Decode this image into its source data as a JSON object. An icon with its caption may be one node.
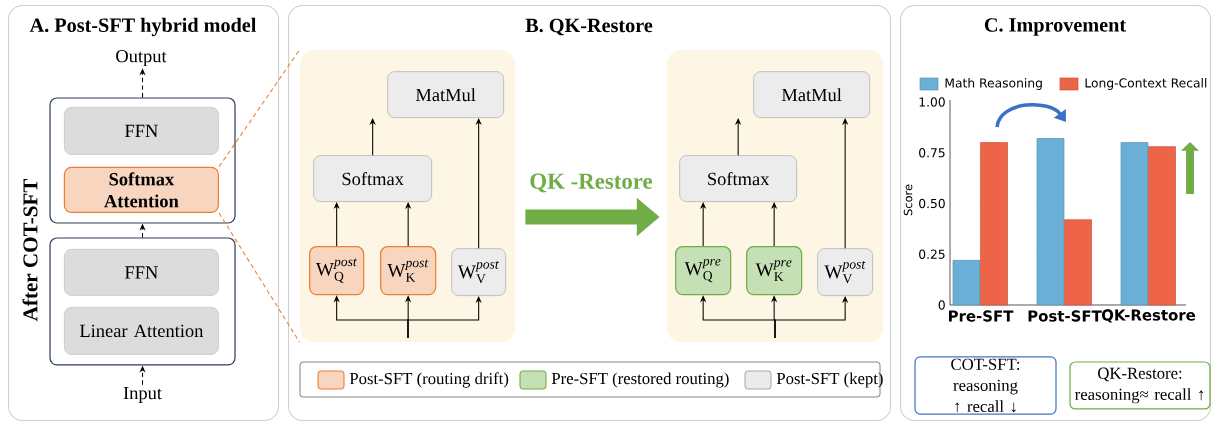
{
  "diagram": {
    "nodes": [
      {
        "text": [
          "A. Post-SFT hybrid model"
        ]
      },
      {
        "text": [
          "Output"
        ],
        "in": 0
      },
      {
        "text": [],
        "shape": "box",
        "in": 0
      },
      {
        "text": [
          "FFN"
        ],
        "in": 2
      },
      {
        "text": [
          "Softmax Attention"
        ],
        "in": 2
      },
      {
        "text": [],
        "shape": "box",
        "in": 0
      },
      {
        "text": [
          "FFN"
        ],
        "in": 5
      },
      {
        "text": [
          "Linear Attention"
        ],
        "in": 5
      },
      {
        "text": [
          "Input"
        ],
        "in": 0
      },
      {
        "text": [
          "B. QK-Restore"
        ]
      },
      {
        "text": [],
        "shape": "box",
        "in": 9
      },
      {
        "text": [
          "MatMul"
        ],
        "in": 10
      },
      {
        "text": [
          "Softmax"
        ],
        "in": 10
      },
      {
        "text": [
          "\\mathrm{W}_{\\mathrm{Q}}^{\\mathit{post}}"
        ],
        "in": 10
      },
      {
        "text": [
          "\\mathrm{W}_{\\mathrm{K}}^{\\mathit{post}}"
        ],
        "in": 10
      },
      {
        "text": [
          "\\mathrm{W}_{\\mathrm{V}}^{\\mathit{post}}"
        ],
        "in": 10
      },
      {
        "text": [],
        "shape": "box",
        "in": 9
      },
      {
        "text": [
          "MatMul"
        ],
        "in": 16
      },
      {
        "text": [
          "Softmax"
        ],
        "in": 16
      },
      {
        "text": [
          "\\mathrm{W}_{\\mathrm{Q}}^{\\mathit{pre}}"
        ],
        "in": 16
      },
      {
        "text": [
          "\\mathrm{W}_{\\mathrm{K}}^{\\mathit{pre}}"
        ],
        "in": 16
      },
      {
        "text": [
          "\\mathrm{W}_{\\mathrm{V}}^{\\mathit{post}}"
        ],
        "in": 16
      },
      {
        "text": [
          "C. Improvement"
        ]
      },
      {
        "text": [
          "COT-SFT:",
          "reasoning ↑  recall ↓"
        ],
        "in": 22
      },
      {
        "text": [
          "QK-Restore:",
          "reasoning≈  recall ↑"
        ],
        "in": 22
      }
    ],
    "edges": [
      {
        "from": 8,
        "to": 5,
        "arrow": "to",
        "style": "dashed"
      },
      {
        "from": 5,
        "to": 2,
        "arrow": "to",
        "style": "dashed"
      },
      {
        "from": 2,
        "to": 1,
        "arrow": "to",
        "style": "dashed"
      },
      {
        "from": 4,
        "to": 10,
        "arrow": "none",
        "style": "dashed",
        "color": "#ed7d31"
      },
      {
        "from": 4,
        "to": 10,
        "arrow": "none",
        "style": "dashed",
        "color": "#ed7d31"
      },
      {
        "from": null,
        "to": 13,
        "arrow": "to"
      },
      {
        "from": null,
        "to": 14,
        "arrow": "to"
      },
      {
        "from": null,
        "to": 15,
        "arrow": "to"
      },
      {
        "from": 13,
        "to": 12,
        "arrow": "to"
      },
      {
        "from": 14,
        "to": 12,
        "arrow": "to"
      },
      {
        "from": 12,
        "to": 11,
        "arrow": "to"
      },
      {
        "from": 15,
        "to": 11,
        "arrow": "to"
      },
      {
        "from": 10,
        "to": 16,
        "arrow": "to",
        "style": "thick",
        "color": "#70ad47",
        "label": "QK -Restore"
      },
      {
        "from": null,
        "to": 19,
        "arrow": "to"
      },
      {
        "from": null,
        "to": 20,
        "arrow": "to"
      },
      {
        "from": null,
        "to": 21,
        "arrow": "to"
      },
      {
        "from": 19,
        "to": 18,
        "arrow": "to"
      },
      {
        "from": 20,
        "to": 18,
        "arrow": "to"
      },
      {
        "from": 18,
        "to": 17,
        "arrow": "to"
      },
      {
        "from": 21,
        "to": 17,
        "arrow": "to"
      }
    ],
    "labels": [
      "After COT-SFT"
    ],
    "legend": [
      {
        "text": "Post-SFT (routing drift)",
        "color": "#f8d5bf"
      },
      {
        "text": "Pre-SFT (restored routing)",
        "color": "#c5e0b4"
      },
      {
        "text": "Post-SFT (kept)",
        "color": "#ebebeb"
      }
    ],
    "chart_data": {
      "type": "bar",
      "ylabel": "Score",
      "categories": [
        "Pre-SFT",
        "Post-SFT",
        "QK-Restore"
      ],
      "series": [
        {
          "name": "Math Reasoning",
          "color": "#6baed6",
          "values": [
            0.22,
            0.82,
            0.8
          ]
        },
        {
          "name": "Long-Context Recall",
          "color": "#ee6449",
          "values": [
            0.8,
            0.42,
            0.78
          ]
        }
      ],
      "ylim": [
        0,
        1
      ],
      "grid": true,
      "legend": "top",
      "yticks": [
        {
          "value": 0,
          "label": "0"
        },
        {
          "value": 0.25,
          "label": "0.25"
        },
        {
          "value": 0.5,
          "label": "0.50"
        },
        {
          "value": 0.75,
          "label": "0.75"
        },
        {
          "value": 1,
          "label": "1.00"
        }
      ]
    }
  }
}
